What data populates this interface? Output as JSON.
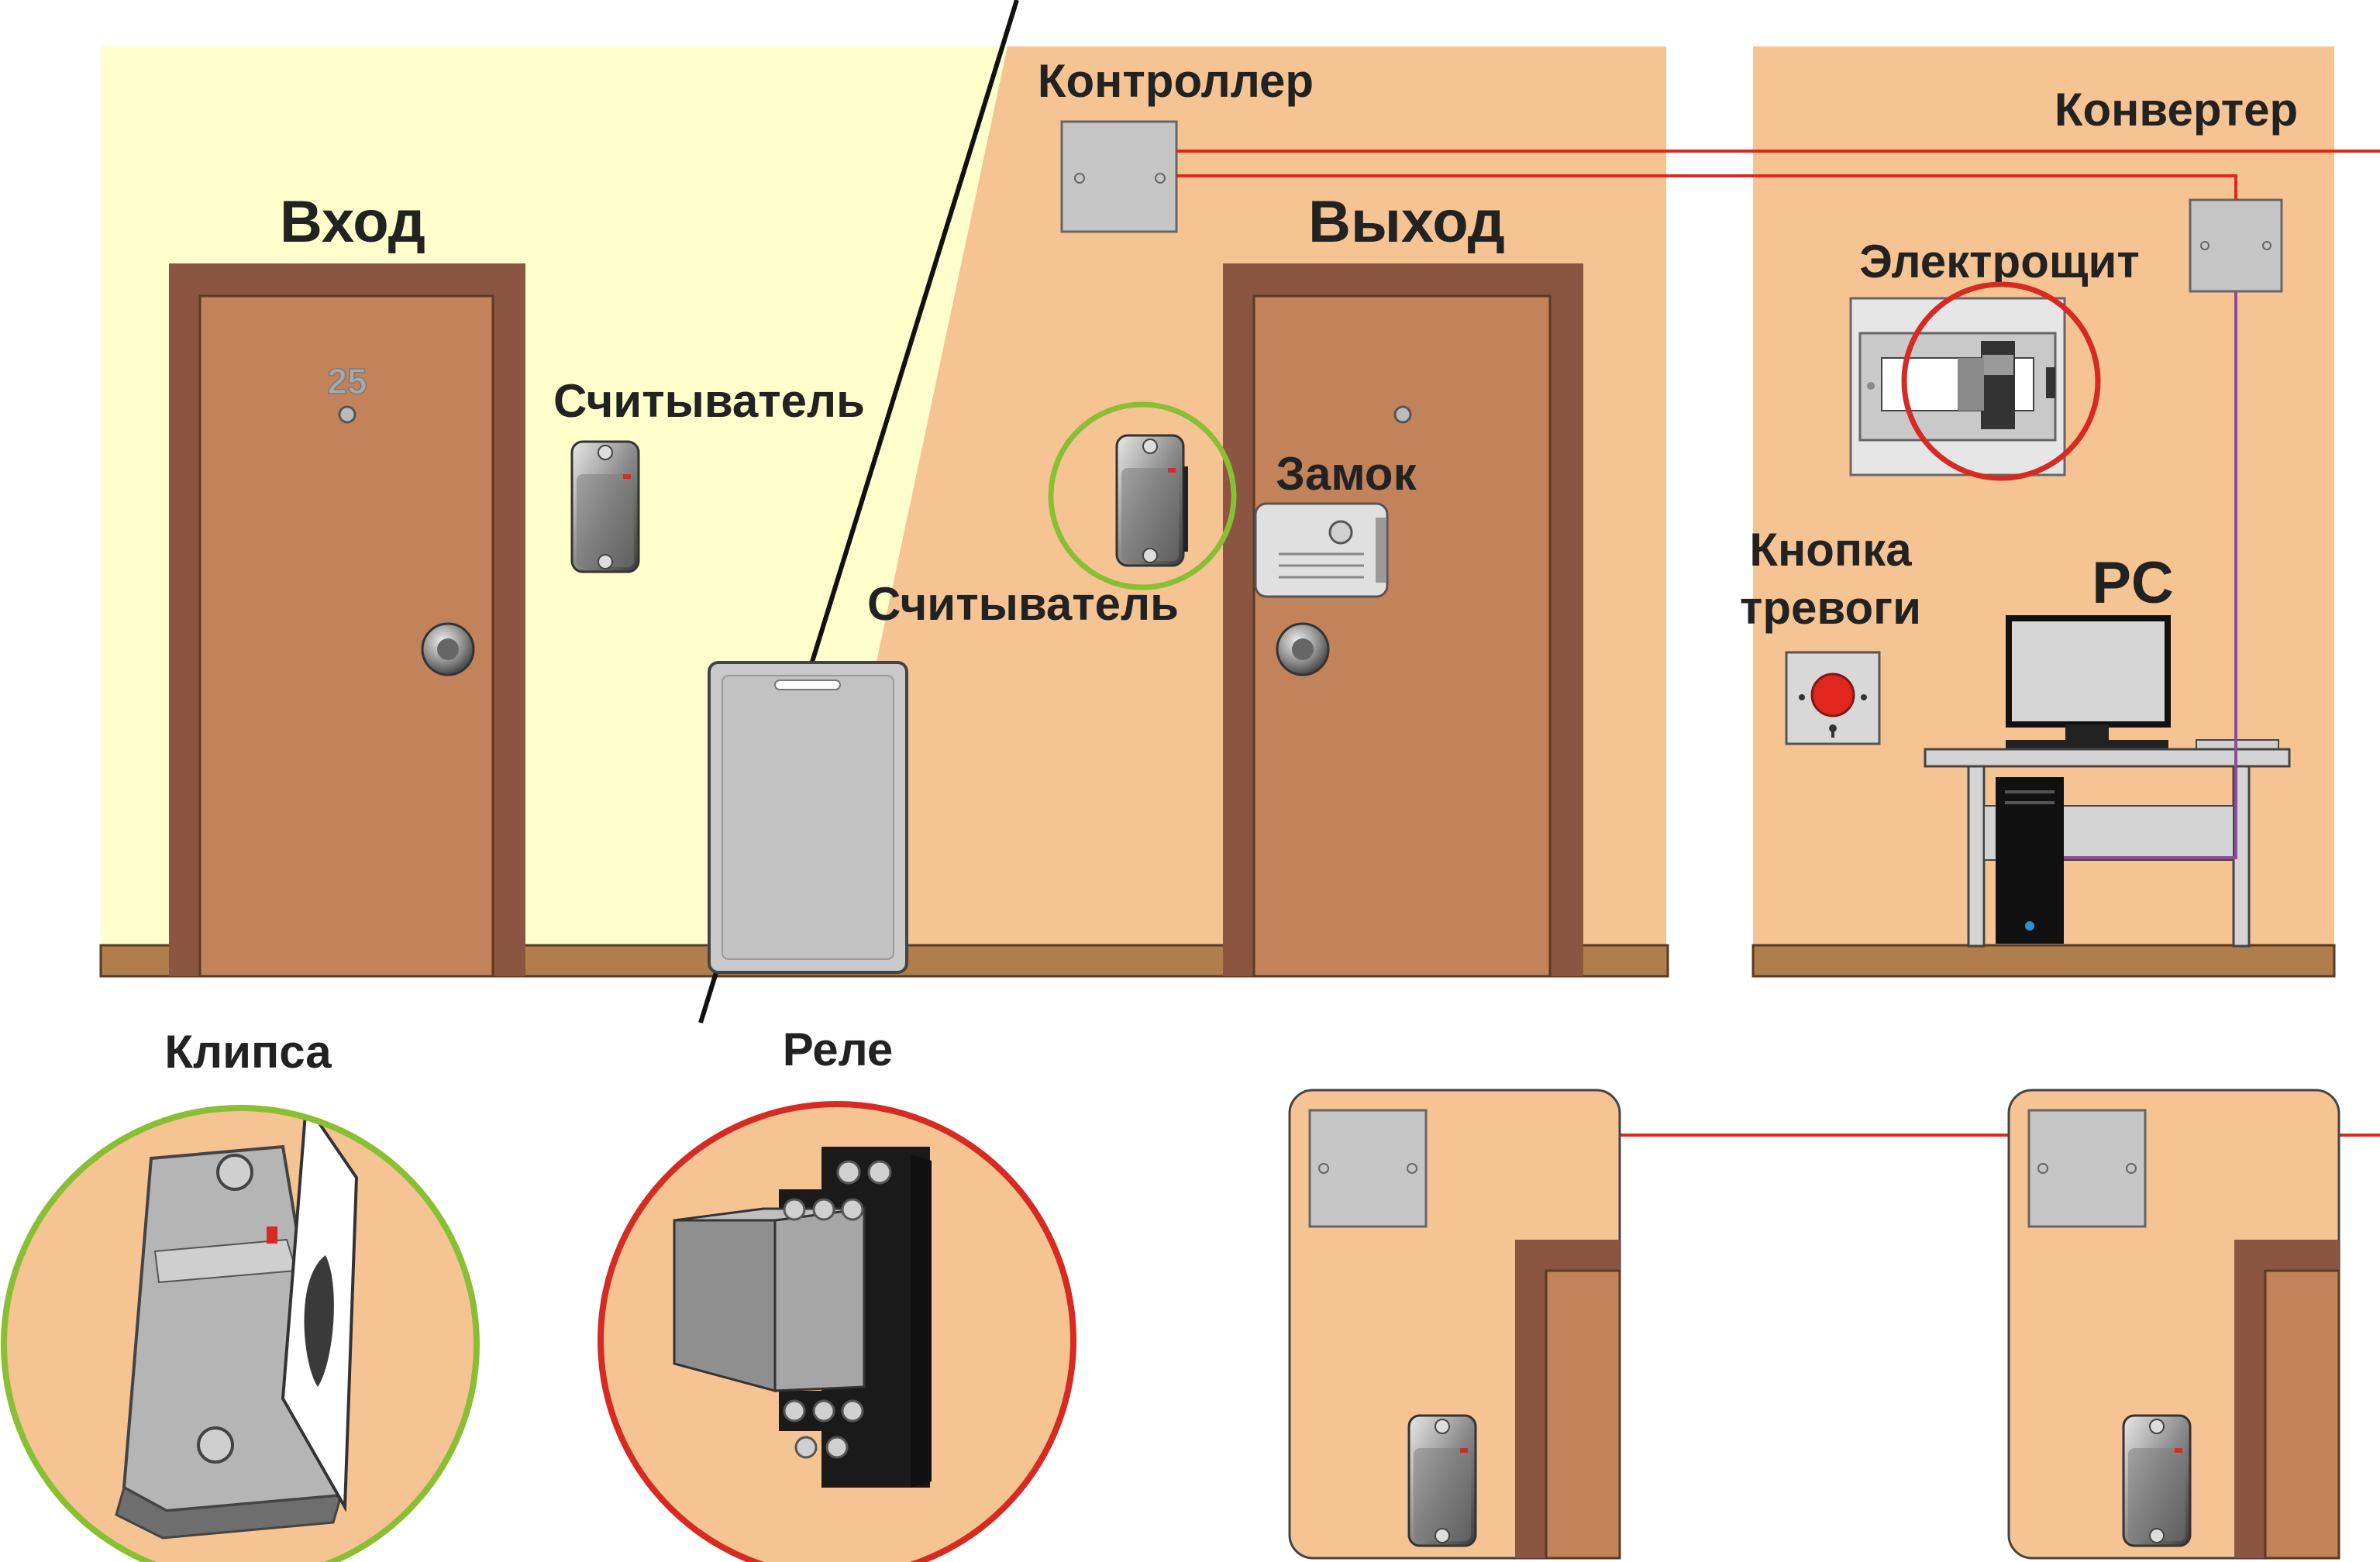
{
  "labels": {
    "entrance": "Вход",
    "exit": "Выход",
    "controller": "Контроллер",
    "converter": "Конвертер",
    "panel": "Электрощит",
    "reader_in": "Считыватель",
    "reader_out": "Считыватель",
    "lock": "Замок",
    "alarm_line1": "Кнопка",
    "alarm_line2": "тревоги",
    "pc": "PC",
    "clip": "Клипса",
    "relay": "Реле"
  },
  "door_number": "25",
  "colors": {
    "corridor_wall": "#ffffcc",
    "room_wall": "#f6c493",
    "door_frame": "#8b5542",
    "door_leaf": "#c2825a",
    "floor": "#b07d4c",
    "wire_red": "#e0261d",
    "wire_purple": "#8e4a9e",
    "highlight_green": "#88bf33",
    "highlight_red": "#d62a22",
    "device_grey": "#c0c0c0"
  },
  "icons": {
    "reader": "reader-icon",
    "lock": "lock-icon",
    "controller": "controller-box-icon",
    "converter": "converter-box-icon",
    "alarm": "alarm-button-icon",
    "pc": "computer-icon",
    "relay": "relay-icon",
    "card": "access-card-icon"
  }
}
